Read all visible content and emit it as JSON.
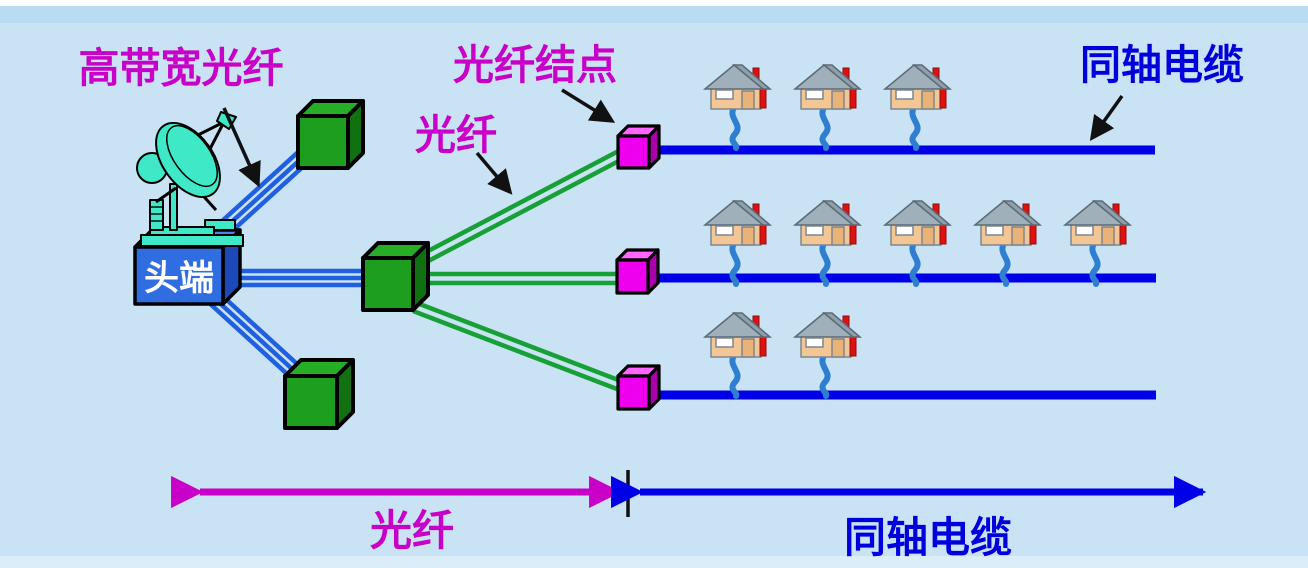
{
  "labels": {
    "high_bandwidth_fiber": "高带宽光纤",
    "fiber_node": "光纤结点",
    "fiber": "光纤",
    "coax_cable": "同轴电缆",
    "headend": "头端",
    "fiber_span": "光纤",
    "coax_span": "同轴电缆"
  },
  "colors": {
    "background": "#c9e2f4",
    "magenta_label": "#c800c8",
    "blue_label": "#0000dd",
    "fiber_blue_line": "#1f5fe0",
    "fiber_green_line": "#17a035",
    "coax_line": "#0000e8",
    "green_cube": "#1e9e1e",
    "pink_cube": "#ee00ee",
    "headend_box": "#2f6de0",
    "satellite": "#3fe8c6",
    "house_body": "#f2c795",
    "house_roof": "#9fb0ba",
    "house_accent": "#e01010",
    "drop_cable": "#2e7fd0"
  },
  "network": {
    "headend_count": 1,
    "optical_splitter_count": 3,
    "fiber_node_count": 3,
    "coax_rows": [
      {
        "houses": 3
      },
      {
        "houses": 5
      },
      {
        "houses": 2
      }
    ]
  }
}
